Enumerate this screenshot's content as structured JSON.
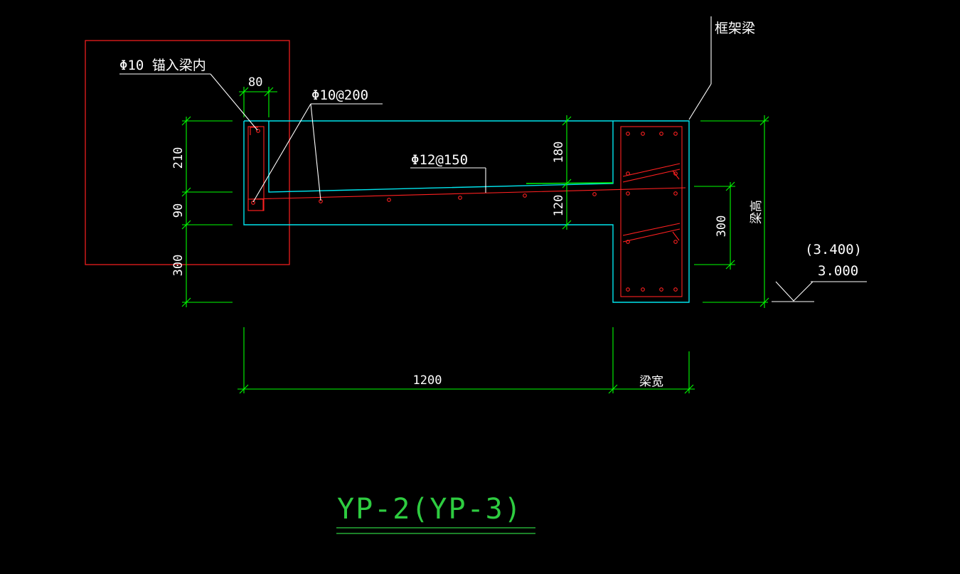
{
  "labels": {
    "rebar_anchor": "Φ10 锚入梁内",
    "rebar_stirrup": "Φ10@200",
    "rebar_slab": "Φ12@150",
    "frame_beam": "框架梁",
    "beam_height": "梁高",
    "beam_width": "梁宽",
    "elev_upper": "(3.400)",
    "elev_lower": "3.000",
    "title": "YP-2(YP-3)"
  },
  "dimensions": {
    "d80": "80",
    "d210": "210",
    "d90": "90",
    "d300_left": "300",
    "d180": "180",
    "d120": "120",
    "d300_right": "300",
    "d1200": "1200"
  },
  "colors": {
    "background": "#000000",
    "outline": "#00e5ee",
    "dimension": "#00ff00",
    "rebar": "#ff2020",
    "leader": "#ffffff",
    "title": "#2ecc40"
  }
}
